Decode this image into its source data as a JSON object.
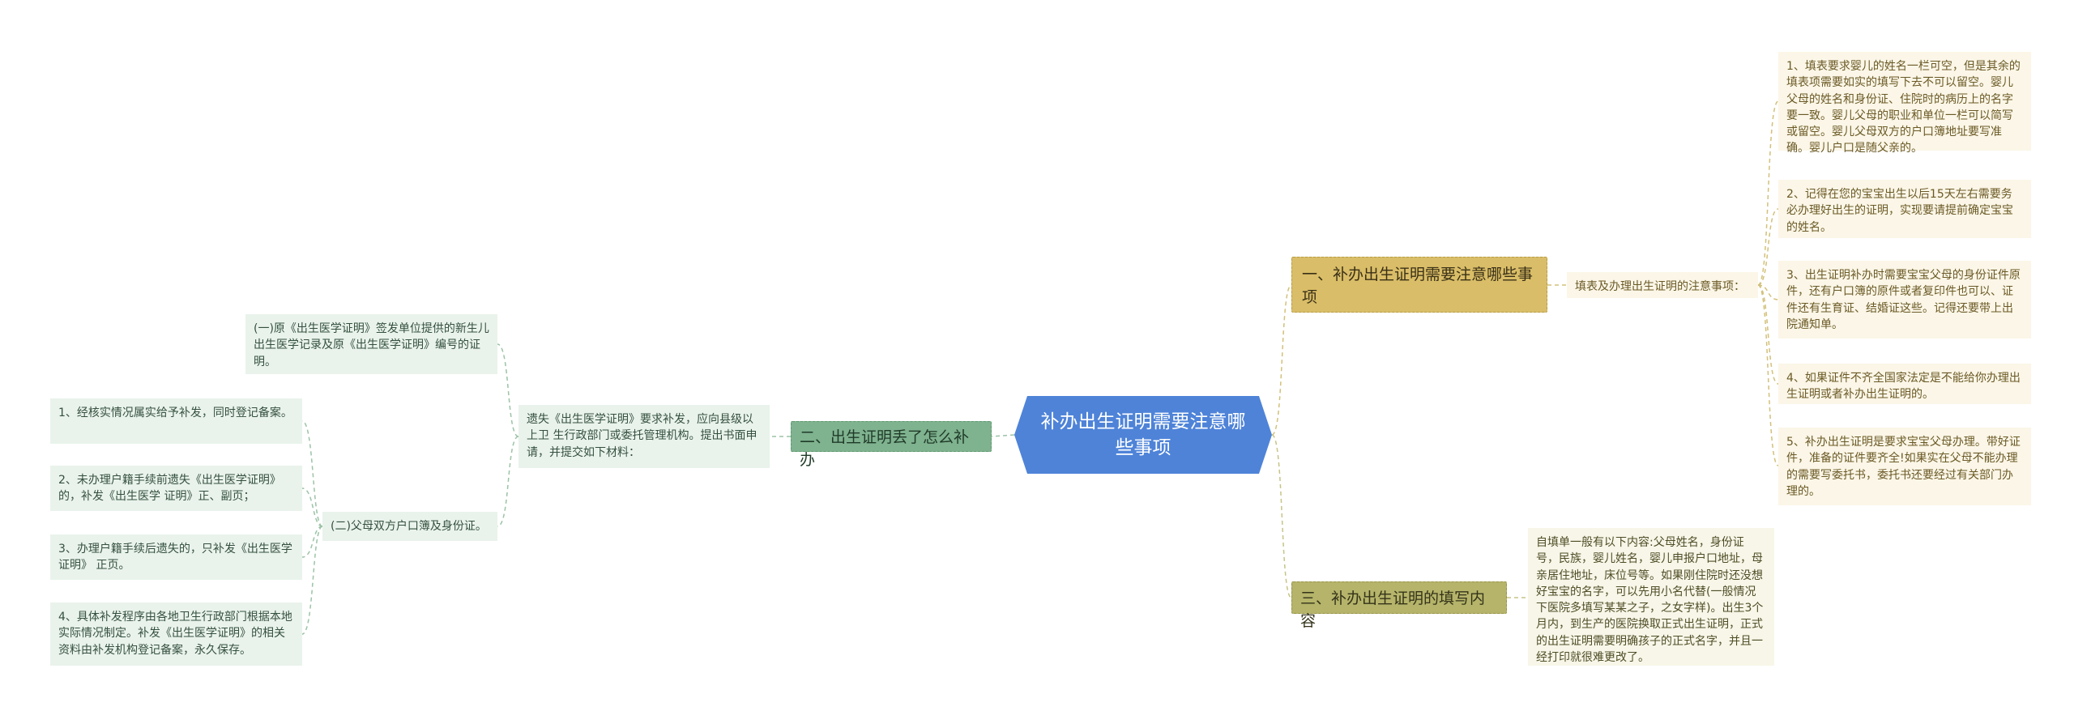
{
  "root": {
    "label": "补办出生证明需要注意哪些事项"
  },
  "branch1": {
    "label": "一、补办出生证明需要注意哪些事项",
    "sub": "填表及办理出生证明的注意事项：",
    "items": [
      "1、填表要求婴儿的姓名一栏可空，但是其余的填表项需要如实的填写下去不可以留空。婴儿父母的姓名和身份证、住院时的病历上的名字要一致。婴儿父母的职业和单位一栏可以简写或留空。婴儿父母双方的户口簿地址要写准确。婴儿户口是随父亲的。",
      "2、记得在您的宝宝出生以后15天左右需要务必办理好出生的证明，实现要请提前确定宝宝的姓名。",
      "3、出生证明补办时需要宝宝父母的身份证件原件，还有户口簿的原件或者复印件也可以、证件还有生育证、结婚证这些。记得还要带上出院通知单。",
      "4、如果证件不齐全国家法定是不能给你办理出生证明或者补办出生证明的。",
      "5、补办出生证明是要求宝宝父母办理。带好证件，准备的证件要齐全!如果实在父母不能办理的需要写委托书，委托书还要经过有关部门办理的。"
    ]
  },
  "branch2": {
    "label": "二、出生证明丢了怎么补办",
    "sub": "遗失《出生医学证明》要求补发，应向县级以上卫 生行政部门或委托管理机构。提出书面申请，并提交如下材料：",
    "item1": "(一)原《出生医学证明》签发单位提供的新生儿出生医学记录及原《出生医学证明》编号的证明。",
    "item2": {
      "label": "(二)父母双方户口簿及身份证。",
      "children": [
        "1、经核实情况属实给予补发，同时登记备案。",
        "2、未办理户籍手续前遗失《出生医学证明》的，补发《出生医学 证明》正、副页；",
        "3、办理户籍手续后遗失的，只补发《出生医学证明》 正页。",
        "4、具体补发程序由各地卫生行政部门根据本地实际情况制定。补发《出生医学证明》的相关资料由补发机构登记备案，永久保存。"
      ]
    }
  },
  "branch3": {
    "label": "三、补办出生证明的填写内容",
    "item": "自填单一般有以下内容:父母姓名，身份证号，民族，婴儿姓名，婴儿申报户口地址，母亲居住地址，床位号等。如果刚住院时还没想好宝宝的名字，可以先用小名代替(一般情况下医院多填写某某之子，之女字样)。出生3个月内，到生产的医院换取正式出生证明，正式的出生证明需要明确孩子的正式名字，并且一经打印就很难更改了。"
  },
  "colors": {
    "root": "#4e83d8",
    "branch1": "#d9bd68",
    "branch2": "#7fb28f",
    "branch3": "#b5b46a",
    "line": "#d2c07a"
  }
}
